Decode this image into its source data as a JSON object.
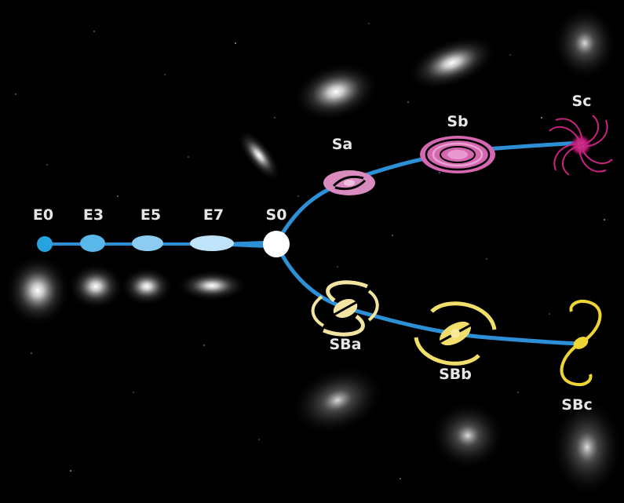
{
  "diagram": {
    "nodes": [
      {
        "id": "e0",
        "label": "E0",
        "kind": "elliptical",
        "color": "#27a3e0"
      },
      {
        "id": "e3",
        "label": "E3",
        "kind": "elliptical",
        "color": "#5ab7ea"
      },
      {
        "id": "e5",
        "label": "E5",
        "kind": "elliptical",
        "color": "#8cccf0"
      },
      {
        "id": "e7",
        "label": "E7",
        "kind": "elliptical",
        "color": "#bfe3f8"
      },
      {
        "id": "s0",
        "label": "S0",
        "kind": "lenticular",
        "color": "#ffffff"
      },
      {
        "id": "sa",
        "label": "Sa",
        "kind": "spiral",
        "color": "#d98bbf"
      },
      {
        "id": "sb",
        "label": "Sb",
        "kind": "spiral",
        "color": "#d566b0"
      },
      {
        "id": "sc",
        "label": "Sc",
        "kind": "spiral",
        "color": "#c8237f"
      },
      {
        "id": "sba",
        "label": "SBa",
        "kind": "barred-spiral",
        "color": "#f3e4a1"
      },
      {
        "id": "sbb",
        "label": "SBb",
        "kind": "barred-spiral",
        "color": "#f2df6b"
      },
      {
        "id": "sbc",
        "label": "SBc",
        "kind": "barred-spiral",
        "color": "#efd534"
      }
    ],
    "branch_color": "#2d8fd6"
  }
}
